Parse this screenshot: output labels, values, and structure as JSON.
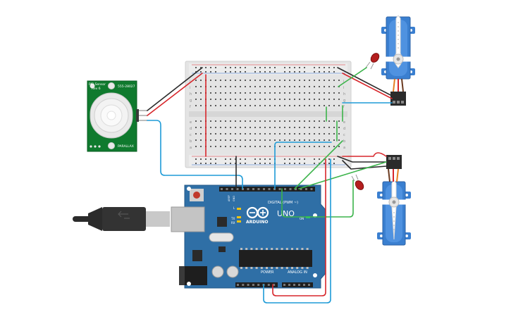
{
  "pir": {
    "title_line1": "PIR Sensor",
    "title_line2": "Rev 6",
    "part_no": "555-28027",
    "brand": "PARALLAX"
  },
  "arduino": {
    "brand": "ARDUINO",
    "model": "UNO",
    "digital_label": "DIGITAL (PWM ~)",
    "power_label": "POWER",
    "analog_label": "ANALOG IN",
    "tx_label": "TX",
    "rx_label": "RX",
    "l_label": "L",
    "on_label": "ON",
    "aref_label": "AREF",
    "gnd_label": "GND"
  },
  "breadboard": {
    "row_letters_top": [
      "j",
      "i",
      "h",
      "g",
      "f"
    ],
    "row_letters_bottom": [
      "e",
      "d",
      "c",
      "b",
      "a"
    ]
  },
  "colors": {
    "board_blue": "#2f6fa6",
    "breadboard": "#e6e6e6",
    "wire_red": "#d7262b",
    "wire_black": "#2b2b2b",
    "wire_blue": "#1e9bd7",
    "wire_green": "#3cb44b",
    "pir_green": "#0f7a2e",
    "servo_blue": "#3a7fd0",
    "led_red": "#b41e1e"
  }
}
